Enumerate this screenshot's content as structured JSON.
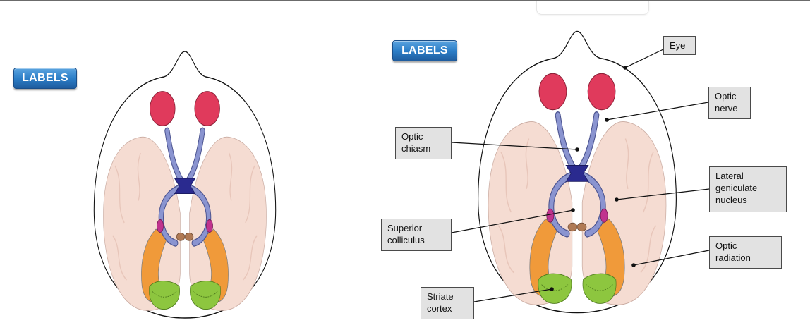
{
  "buttons": {
    "labels_left": "LABELS",
    "labels_right": "LABELS"
  },
  "callouts": {
    "eye": "Eye",
    "optic_nerve": "Optic\nnerve",
    "optic_chiasm": "Optic\nchiasm",
    "lgn": "Lateral\ngeniculate\nnucleus",
    "superior_colliculus": "Superior\ncolliculus",
    "optic_radiation": "Optic\nradiation",
    "striate_cortex": "Striate\ncortex"
  },
  "colors": {
    "eye": "#e03a5c",
    "nerve": "#8a94d0",
    "chiasm": "#2a2a8f",
    "lgn": "#c0338e",
    "colliculus": "#b07a55",
    "radiation": "#f09a3a",
    "cortex": "#8dc63f",
    "brain": "#f5dcd2"
  }
}
